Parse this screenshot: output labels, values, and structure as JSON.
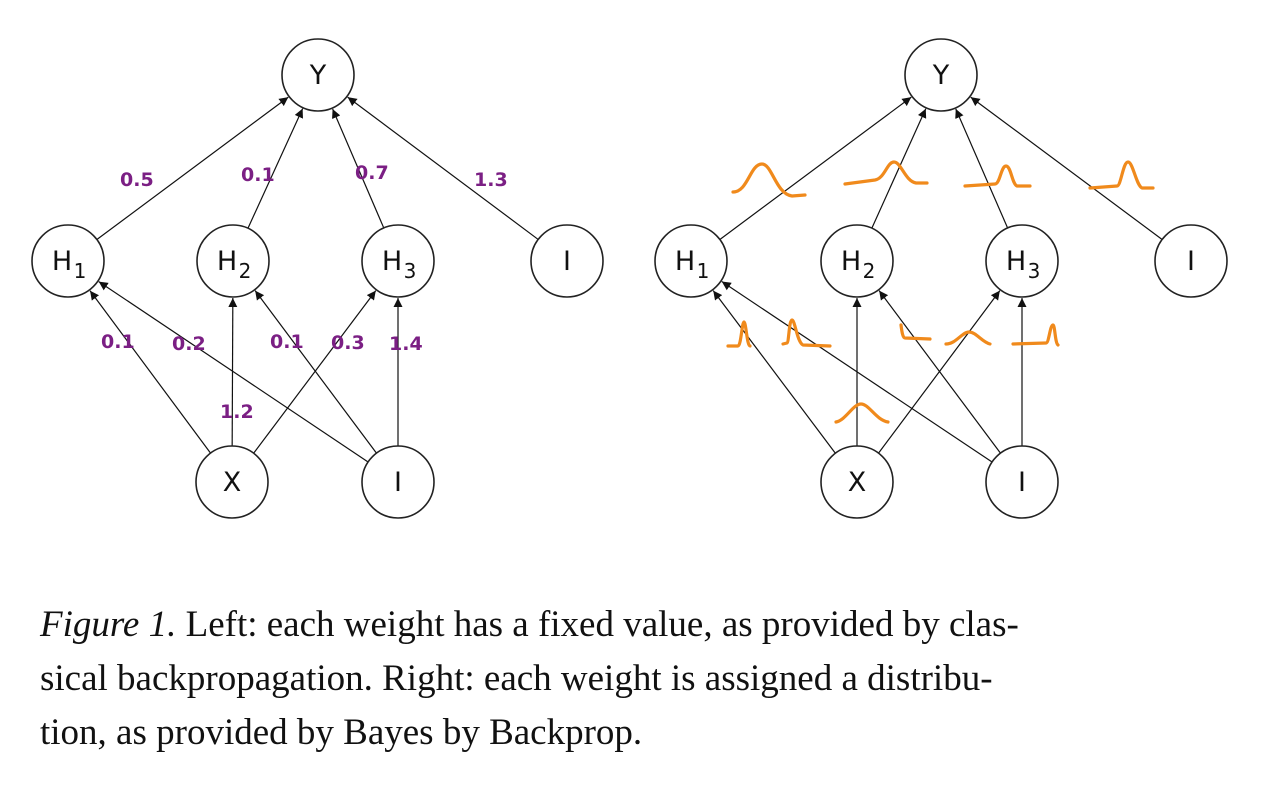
{
  "nodes": [
    {
      "id": "L_Y",
      "label": "Y",
      "sub": ""
    },
    {
      "id": "L_H1",
      "label": "H",
      "sub": "1"
    },
    {
      "id": "L_H2",
      "label": "H",
      "sub": "2"
    },
    {
      "id": "L_H3",
      "label": "H",
      "sub": "3"
    },
    {
      "id": "L_B1",
      "label": "I",
      "sub": ""
    },
    {
      "id": "L_X",
      "label": "X",
      "sub": ""
    },
    {
      "id": "L_B0",
      "label": "I",
      "sub": ""
    },
    {
      "id": "R_Y",
      "label": "Y",
      "sub": ""
    },
    {
      "id": "R_H1",
      "label": "H",
      "sub": "1"
    },
    {
      "id": "R_H2",
      "label": "H",
      "sub": "2"
    },
    {
      "id": "R_H3",
      "label": "H",
      "sub": "3"
    },
    {
      "id": "R_B1",
      "label": "I",
      "sub": ""
    },
    {
      "id": "R_X",
      "label": "X",
      "sub": ""
    },
    {
      "id": "R_B0",
      "label": "I",
      "sub": ""
    }
  ],
  "edges": [
    {
      "from": "L_H1",
      "to": "L_Y"
    },
    {
      "from": "L_H2",
      "to": "L_Y"
    },
    {
      "from": "L_H3",
      "to": "L_Y"
    },
    {
      "from": "L_B1",
      "to": "L_Y"
    },
    {
      "from": "L_X",
      "to": "L_H1"
    },
    {
      "from": "L_X",
      "to": "L_H2"
    },
    {
      "from": "L_X",
      "to": "L_H3"
    },
    {
      "from": "L_B0",
      "to": "L_H1"
    },
    {
      "from": "L_B0",
      "to": "L_H2"
    },
    {
      "from": "L_B0",
      "to": "L_H3"
    },
    {
      "from": "R_H1",
      "to": "R_Y"
    },
    {
      "from": "R_H2",
      "to": "R_Y"
    },
    {
      "from": "R_H3",
      "to": "R_Y"
    },
    {
      "from": "R_B1",
      "to": "R_Y"
    },
    {
      "from": "R_X",
      "to": "R_H1"
    },
    {
      "from": "R_X",
      "to": "R_H2"
    },
    {
      "from": "R_X",
      "to": "R_H3"
    },
    {
      "from": "R_B0",
      "to": "R_H1"
    },
    {
      "from": "R_B0",
      "to": "R_H2"
    },
    {
      "from": "R_B0",
      "to": "R_H3"
    }
  ],
  "weights": [
    "0.5",
    "0.1",
    "0.7",
    "1.3",
    "0.1",
    "0.2",
    "0.1",
    "0.3",
    "1.4",
    "1.2"
  ],
  "caption": {
    "figure_number": "Figure 1.",
    "line1": " Left: each weight has a fixed value, as provided by clas-",
    "line2": "sical backpropagation. Right: each weight is assigned a distribu-",
    "line3": "tion, as provided by Bayes by Backprop."
  }
}
